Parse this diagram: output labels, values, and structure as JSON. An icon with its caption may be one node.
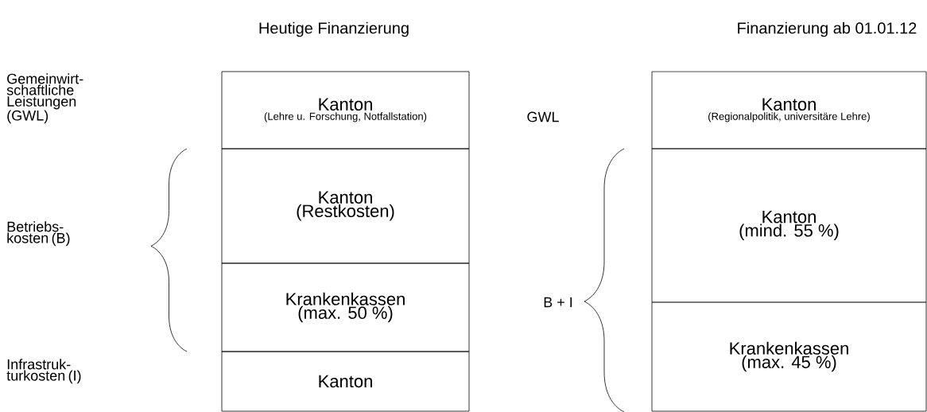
{
  "diagram": {
    "nodes": [
      {
        "text": [
          "Kanton",
          "(Lehre u. Forschung, Notfallstation)"
        ]
      },
      {
        "text": [
          "Kanton",
          "(Restkosten)"
        ]
      },
      {
        "text": [
          "Krankenkassen",
          "(max. 50 %)"
        ]
      },
      {
        "text": [
          "Kanton"
        ]
      },
      {
        "text": [
          "Kanton",
          "(Regionalpolitik, universitäre Lehre)"
        ]
      },
      {
        "text": [
          "Kanton",
          "(mind. 55 %)"
        ]
      },
      {
        "text": [
          "Krankenkassen",
          "(max. 45 %)"
        ]
      }
    ],
    "labels": [
      "Heutige Finanzierung",
      "Finanzierung ab 01.01.12",
      "Gemeinwirt-schaftliche Leistungen (GWL)",
      "Betriebs-kosten (B)",
      "Infrastruk-turkosten (I)",
      "GWL",
      "B + I"
    ]
  }
}
